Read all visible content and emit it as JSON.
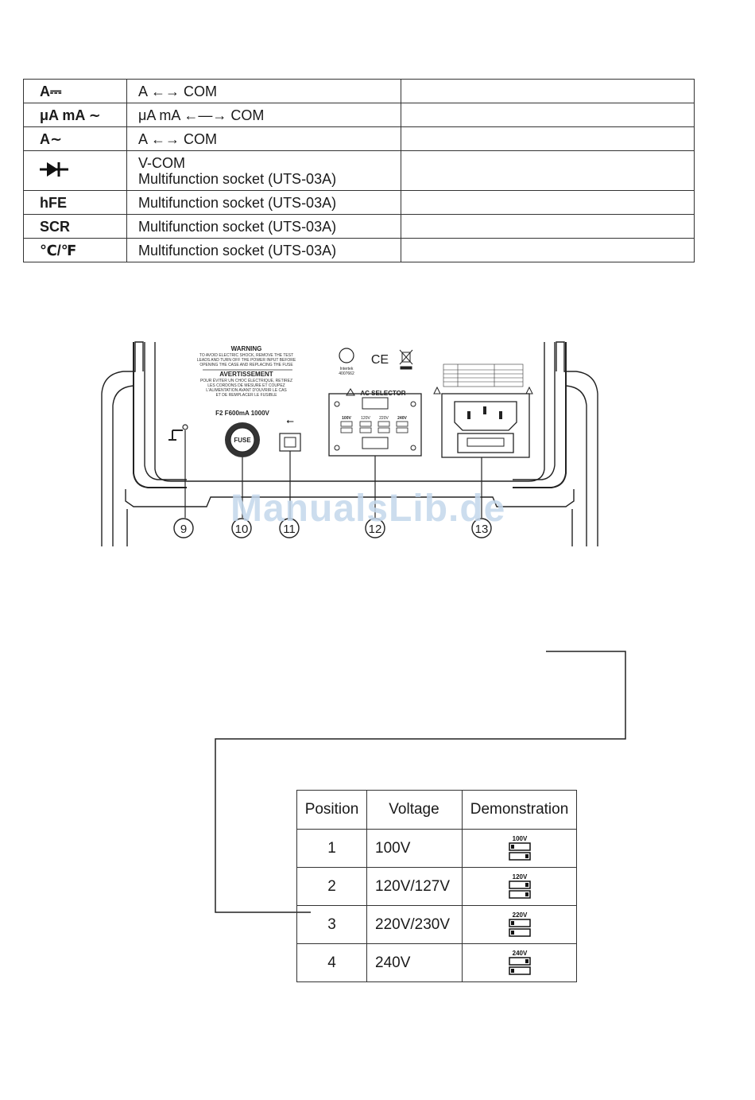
{
  "terminal_table": {
    "rows": [
      {
        "symbol": "A⎓",
        "connection": "A ←→ COM",
        "connection_2": "",
        "note": ""
      },
      {
        "symbol": "μA mA ∼",
        "connection": "μA mA ←—→ COM",
        "connection_2": "",
        "note": ""
      },
      {
        "symbol": "A∼",
        "connection": "A ←→ COM",
        "connection_2": "",
        "note": ""
      },
      {
        "symbol": "",
        "symbol_icon": "diode-icon",
        "connection": "V-COM",
        "connection_2": "Multifunction socket (UTS-03A)",
        "note": ""
      },
      {
        "symbol": "hFE",
        "connection": "Multifunction socket (UTS-03A)",
        "connection_2": "",
        "note": ""
      },
      {
        "symbol": "SCR",
        "connection": "Multifunction socket (UTS-03A)",
        "connection_2": "",
        "note": ""
      },
      {
        "symbol": "℃/℉",
        "connection": "Multifunction socket (UTS-03A)",
        "connection_2": "",
        "note": ""
      }
    ]
  },
  "rear_panel": {
    "warning_title": "WARNING",
    "warning_text_1": "TO AVOID ELECTRIC SHOCK, REMOVE THE TEST",
    "warning_text_2": "LEADS AND TURN OFF THE POWER INPUT BEFORE",
    "warning_text_3": "OPENING THE CASE AND REPLACING THE FUSE",
    "avert_title": "AVERTISSEMENT",
    "avert_text_1": "POUR ÉVITER UN CHOC ÉLECTRIQUE, RETIREZ",
    "avert_text_2": "LES CORDONS DE MESURE ET COUPEZ",
    "avert_text_3": "L'ALIMENTATION AVANT D'OUVRIR LE CAS",
    "avert_text_4": "ET DE REMPLACER LE FUSIBLE",
    "cert_label": "Intertek",
    "cert_number": "4007662",
    "ce_mark": "CE",
    "fuse_rating": "F2 F600mA  1000V",
    "fuse_label": "FUSE",
    "ac_selector_title": "AC SELECTOR",
    "selector_labels": [
      "100V",
      "120V",
      "220V",
      "240V"
    ],
    "callouts": [
      "9",
      "10",
      "11",
      "12",
      "13"
    ]
  },
  "watermark": "ManualsLib.de",
  "voltage_table": {
    "headers": {
      "position": "Position",
      "voltage": "Voltage",
      "demo": "Demonstration"
    },
    "rows": [
      {
        "position": "1",
        "voltage": "100V",
        "demo_label": "100V"
      },
      {
        "position": "2",
        "voltage": "120V/127V",
        "demo_label": "120V"
      },
      {
        "position": "3",
        "voltage": "220V/230V",
        "demo_label": "220V"
      },
      {
        "position": "4",
        "voltage": "240V",
        "demo_label": "240V"
      }
    ]
  }
}
